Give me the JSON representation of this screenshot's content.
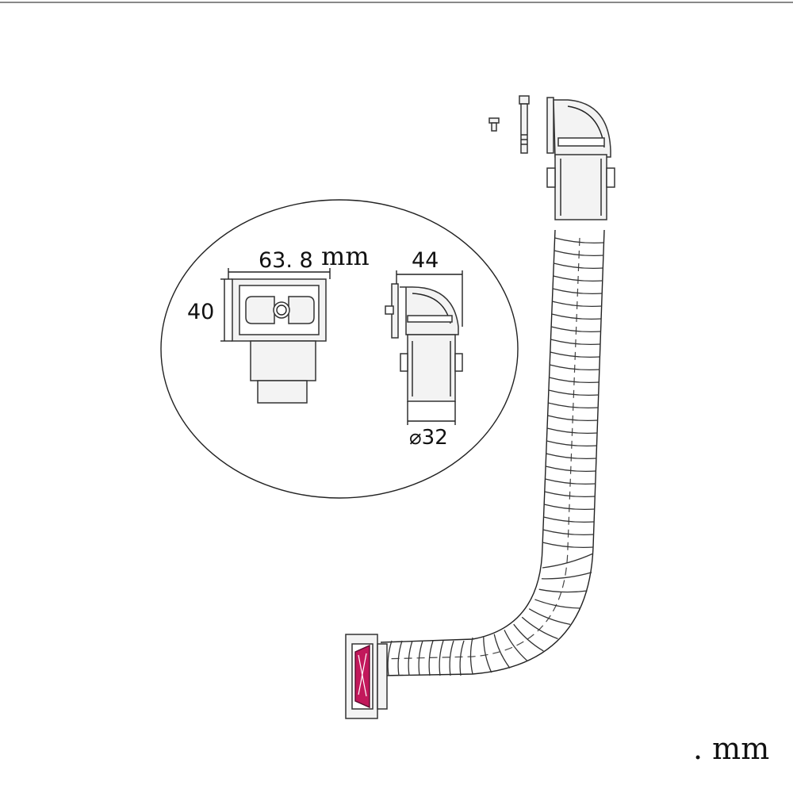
{
  "detail": {
    "width_label": "63. 8",
    "width_unit": "mm",
    "height_label": "40",
    "depth_label": "44",
    "diameter_label": "⌀32"
  },
  "footer": {
    "unit_note": ". mm"
  },
  "colors": {
    "line": "#333333",
    "gasket_accent": "#c2185b",
    "background": "#ffffff"
  }
}
